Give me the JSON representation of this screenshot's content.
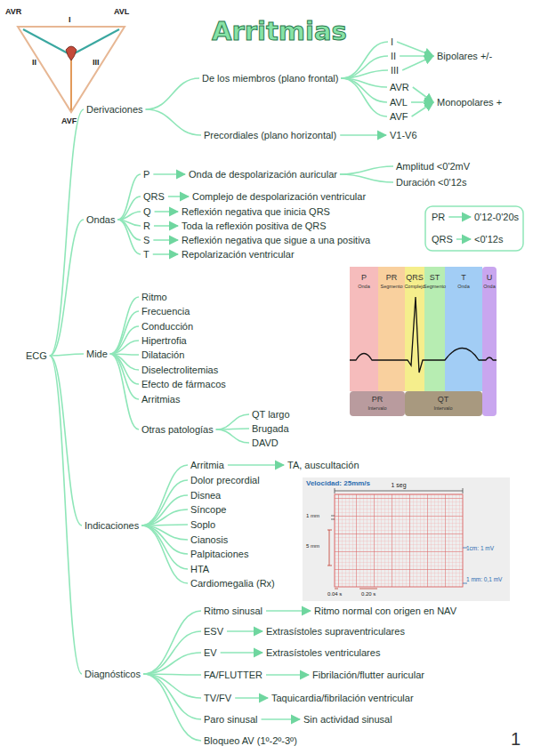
{
  "diagram": {
    "title": "Arritmias",
    "nodes": [
      {
        "text": [
          "ECG"
        ]
      },
      {
        "text": [
          "Derivaciones"
        ]
      },
      {
        "text": [
          "De los miembros (plano frontal)"
        ]
      },
      {
        "text": [
          "I"
        ]
      },
      {
        "text": [
          "II"
        ]
      },
      {
        "text": [
          "III"
        ]
      },
      {
        "text": [
          "Bipolares +/-"
        ]
      },
      {
        "text": [
          "AVR"
        ]
      },
      {
        "text": [
          "AVL"
        ]
      },
      {
        "text": [
          "AVF"
        ]
      },
      {
        "text": [
          "Monopolares +"
        ]
      },
      {
        "text": [
          "Precordiales (plano horizontal)"
        ]
      },
      {
        "text": [
          "V1-V6"
        ]
      },
      {
        "text": [
          "Ondas"
        ]
      },
      {
        "text": [
          "P"
        ]
      },
      {
        "text": [
          "Onda de despolarización auricular"
        ]
      },
      {
        "text": [
          "Amplitud <0'2mV"
        ]
      },
      {
        "text": [
          "Duración <0'12s"
        ]
      },
      {
        "text": [
          "QRS"
        ]
      },
      {
        "text": [
          "Complejo de despolarización ventricular"
        ]
      },
      {
        "text": [
          "Q"
        ]
      },
      {
        "text": [
          "Reflexión negativa que inicia QRS"
        ]
      },
      {
        "text": [
          "R"
        ]
      },
      {
        "text": [
          "Toda la reflexión positiva de QRS"
        ]
      },
      {
        "text": [
          "S"
        ]
      },
      {
        "text": [
          "Reflexión negativa que sigue a una positiva"
        ]
      },
      {
        "text": [
          "T"
        ]
      },
      {
        "text": [
          "Repolarización ventricular"
        ]
      },
      {
        "text": [
          "PR"
        ]
      },
      {
        "text": [
          "0'12-0'20s"
        ]
      },
      {
        "text": [
          "QRS"
        ]
      },
      {
        "text": [
          "<0'12s"
        ]
      },
      {
        "text": [
          "Mide"
        ]
      },
      {
        "text": [
          "Ritmo"
        ]
      },
      {
        "text": [
          "Frecuencia"
        ]
      },
      {
        "text": [
          "Conducción"
        ]
      },
      {
        "text": [
          "Hipertrofia"
        ]
      },
      {
        "text": [
          "Dilatación"
        ]
      },
      {
        "text": [
          "Diselectrolitemias"
        ]
      },
      {
        "text": [
          "Efecto de fármacos"
        ]
      },
      {
        "text": [
          "Arritmias"
        ]
      },
      {
        "text": [
          "Otras patologías"
        ]
      },
      {
        "text": [
          "QT largo"
        ]
      },
      {
        "text": [
          "Brugada"
        ]
      },
      {
        "text": [
          "DAVD"
        ]
      },
      {
        "text": [
          "Indicaciones"
        ]
      },
      {
        "text": [
          "Arritmia"
        ]
      },
      {
        "text": [
          "TA, auscultación"
        ]
      },
      {
        "text": [
          "Dolor precordial"
        ]
      },
      {
        "text": [
          "Disnea"
        ]
      },
      {
        "text": [
          "Síncope"
        ]
      },
      {
        "text": [
          "Soplo"
        ]
      },
      {
        "text": [
          "Cianosis"
        ]
      },
      {
        "text": [
          "Palpitaciones"
        ]
      },
      {
        "text": [
          "HTA"
        ]
      },
      {
        "text": [
          "Cardiomegalia (Rx)"
        ]
      },
      {
        "text": [
          "Diagnósticos"
        ]
      },
      {
        "text": [
          "Ritmo sinusal"
        ]
      },
      {
        "text": [
          "Ritmo normal con origen en NAV"
        ]
      },
      {
        "text": [
          "ESV"
        ]
      },
      {
        "text": [
          "Extrasístoles supraventriculares"
        ]
      },
      {
        "text": [
          "EV"
        ]
      },
      {
        "text": [
          "Extrasístoles ventriculares"
        ]
      },
      {
        "text": [
          "FA/FLUTTER"
        ]
      },
      {
        "text": [
          "Fibrilación/flutter auricular"
        ]
      },
      {
        "text": [
          "TV/FV"
        ]
      },
      {
        "text": [
          "Taquicardia/fibrilación ventricular"
        ]
      },
      {
        "text": [
          "Paro sinusal"
        ]
      },
      {
        "text": [
          "Sin actividad sinusal"
        ]
      },
      {
        "text": [
          "Bloqueo AV (1º-2º-3º)"
        ]
      }
    ],
    "edges": [
      {
        "from": 0,
        "to": 1,
        "arrow": "none"
      },
      {
        "from": 0,
        "to": 13,
        "arrow": "none"
      },
      {
        "from": 0,
        "to": 32,
        "arrow": "none"
      },
      {
        "from": 0,
        "to": 45,
        "arrow": "none"
      },
      {
        "from": 0,
        "to": 56,
        "arrow": "none"
      },
      {
        "from": 1,
        "to": 2,
        "arrow": "none"
      },
      {
        "from": 1,
        "to": 11,
        "arrow": "none"
      },
      {
        "from": 2,
        "to": 3,
        "arrow": "none"
      },
      {
        "from": 2,
        "to": 4,
        "arrow": "none"
      },
      {
        "from": 2,
        "to": 5,
        "arrow": "none"
      },
      {
        "from": 2,
        "to": 7,
        "arrow": "none"
      },
      {
        "from": 2,
        "to": 8,
        "arrow": "none"
      },
      {
        "from": 2,
        "to": 9,
        "arrow": "none"
      },
      {
        "from": 3,
        "to": 6,
        "arrow": "to"
      },
      {
        "from": 4,
        "to": 6,
        "arrow": "to"
      },
      {
        "from": 5,
        "to": 6,
        "arrow": "to"
      },
      {
        "from": 7,
        "to": 10,
        "arrow": "to"
      },
      {
        "from": 8,
        "to": 10,
        "arrow": "to"
      },
      {
        "from": 9,
        "to": 10,
        "arrow": "to"
      },
      {
        "from": 11,
        "to": 12,
        "arrow": "to"
      },
      {
        "from": 13,
        "to": 14,
        "arrow": "none"
      },
      {
        "from": 13,
        "to": 18,
        "arrow": "none"
      },
      {
        "from": 13,
        "to": 20,
        "arrow": "none"
      },
      {
        "from": 13,
        "to": 22,
        "arrow": "none"
      },
      {
        "from": 13,
        "to": 24,
        "arrow": "none"
      },
      {
        "from": 13,
        "to": 26,
        "arrow": "none"
      },
      {
        "from": 14,
        "to": 15,
        "arrow": "to"
      },
      {
        "from": 15,
        "to": 16,
        "arrow": "none"
      },
      {
        "from": 15,
        "to": 17,
        "arrow": "none"
      },
      {
        "from": 18,
        "to": 19,
        "arrow": "to"
      },
      {
        "from": 20,
        "to": 21,
        "arrow": "to"
      },
      {
        "from": 22,
        "to": 23,
        "arrow": "to"
      },
      {
        "from": 24,
        "to": 25,
        "arrow": "to"
      },
      {
        "from": 26,
        "to": 27,
        "arrow": "to"
      },
      {
        "from": 28,
        "to": 29,
        "arrow": "to"
      },
      {
        "from": 30,
        "to": 31,
        "arrow": "to"
      },
      {
        "from": 32,
        "to": 33,
        "arrow": "none"
      },
      {
        "from": 32,
        "to": 34,
        "arrow": "none"
      },
      {
        "from": 32,
        "to": 35,
        "arrow": "none"
      },
      {
        "from": 32,
        "to": 36,
        "arrow": "none"
      },
      {
        "from": 32,
        "to": 37,
        "arrow": "none"
      },
      {
        "from": 32,
        "to": 38,
        "arrow": "none"
      },
      {
        "from": 32,
        "to": 39,
        "arrow": "none"
      },
      {
        "from": 32,
        "to": 40,
        "arrow": "none"
      },
      {
        "from": 32,
        "to": 41,
        "arrow": "none"
      },
      {
        "from": 41,
        "to": 42,
        "arrow": "none"
      },
      {
        "from": 41,
        "to": 43,
        "arrow": "none"
      },
      {
        "from": 41,
        "to": 44,
        "arrow": "none"
      },
      {
        "from": 45,
        "to": 46,
        "arrow": "none"
      },
      {
        "from": 45,
        "to": 48,
        "arrow": "none"
      },
      {
        "from": 45,
        "to": 49,
        "arrow": "none"
      },
      {
        "from": 45,
        "to": 50,
        "arrow": "none"
      },
      {
        "from": 45,
        "to": 51,
        "arrow": "none"
      },
      {
        "from": 45,
        "to": 52,
        "arrow": "none"
      },
      {
        "from": 45,
        "to": 53,
        "arrow": "none"
      },
      {
        "from": 45,
        "to": 54,
        "arrow": "none"
      },
      {
        "from": 45,
        "to": 55,
        "arrow": "none"
      },
      {
        "from": 46,
        "to": 47,
        "arrow": "to"
      },
      {
        "from": 56,
        "to": 57,
        "arrow": "none"
      },
      {
        "from": 56,
        "to": 59,
        "arrow": "none"
      },
      {
        "from": 56,
        "to": 61,
        "arrow": "none"
      },
      {
        "from": 56,
        "to": 63,
        "arrow": "none"
      },
      {
        "from": 56,
        "to": 65,
        "arrow": "none"
      },
      {
        "from": 56,
        "to": 67,
        "arrow": "none"
      },
      {
        "from": 56,
        "to": 69,
        "arrow": "none"
      },
      {
        "from": 57,
        "to": 58,
        "arrow": "to"
      },
      {
        "from": 59,
        "to": 60,
        "arrow": "to"
      },
      {
        "from": 61,
        "to": 62,
        "arrow": "to"
      },
      {
        "from": 63,
        "to": 64,
        "arrow": "to"
      },
      {
        "from": 65,
        "to": 66,
        "arrow": "to"
      },
      {
        "from": 67,
        "to": 68,
        "arrow": "to"
      }
    ],
    "labels": [
      "AVR",
      "AVL",
      "I",
      "II",
      "III",
      "AVF",
      "P",
      "Onda",
      "PR",
      "Segmento",
      "QRS",
      "Complejo",
      "ST",
      "Segmento",
      "T",
      "Onda",
      "U",
      "Onda",
      "PR",
      "Intervalo",
      "QT",
      "Intervalo",
      "Velocidad: 25mm/s",
      "1 seg",
      "1 mm",
      "5 mm",
      "1cm: 1 mV",
      "1 mm: 0,1 mV",
      "0.04 s",
      "0.20 s",
      "1"
    ]
  }
}
